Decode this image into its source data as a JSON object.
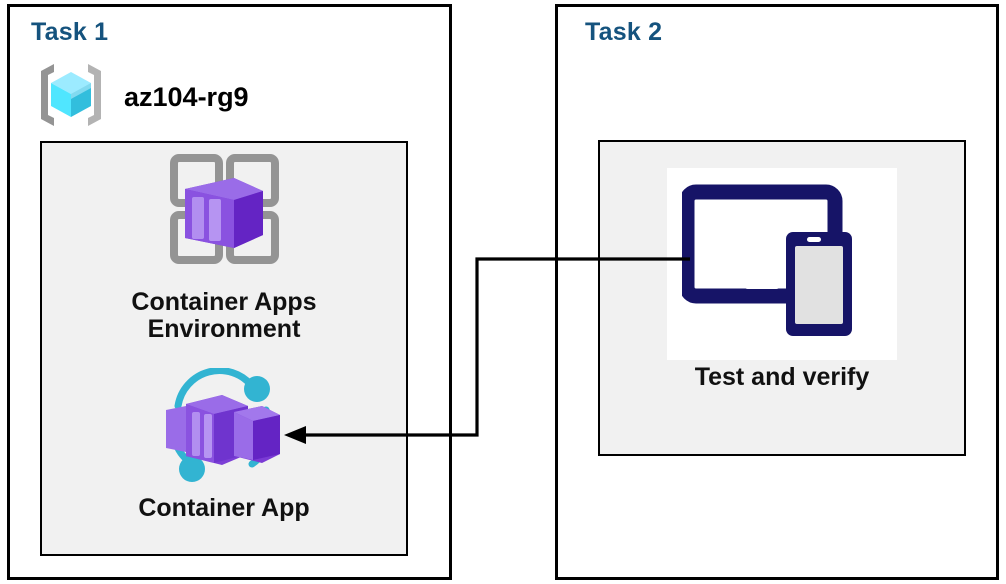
{
  "diagram": {
    "title": "Azure Container Apps lab task diagram",
    "background": "#ffffff",
    "colors": {
      "task_title": "#15537e",
      "box_border": "#000000",
      "panel_fill": "#f1f1f1",
      "connector": "#000000",
      "resource_group_cube": "#50e6ff",
      "resource_group_bracket": "#949494",
      "container_purple": "#8661d1",
      "container_purple_dark": "#6b30c4",
      "container_grid_gray": "#949494",
      "container_app_ring": "#32b4d2",
      "device_navy": "#161467",
      "device_screen_gray": "#e1e1e1"
    }
  },
  "tasks": [
    {
      "id": "task1",
      "title": "Task 1",
      "resource_group": {
        "label": "az104-rg9",
        "icon": "resource-group-icon"
      },
      "nodes": [
        {
          "id": "container-apps-environment",
          "label": "Container Apps\nEnvironment",
          "icon": "container-apps-environment-icon"
        },
        {
          "id": "container-app",
          "label": "Container App",
          "icon": "container-app-icon"
        }
      ]
    },
    {
      "id": "task2",
      "title": "Task 2",
      "nodes": [
        {
          "id": "test-and-verify",
          "label": "Test and verify",
          "icon": "devices-icon"
        }
      ]
    }
  ],
  "connectors": [
    {
      "id": "test-to-container-app",
      "from": "test-and-verify",
      "to": "container-app",
      "arrow_at": "to",
      "style": "orthogonal"
    }
  ]
}
